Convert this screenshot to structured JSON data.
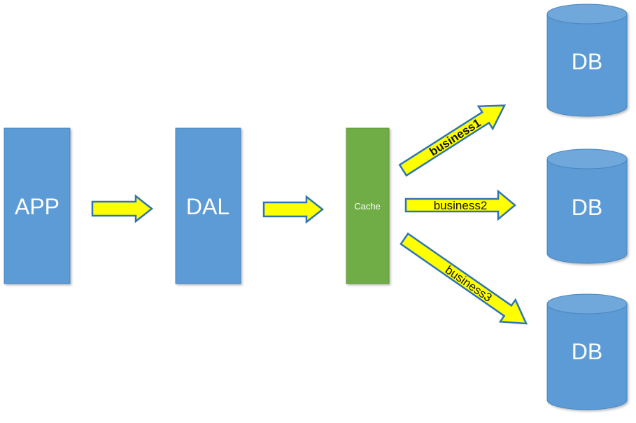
{
  "nodes": {
    "app": "APP",
    "dal": "DAL",
    "cache": "Cache",
    "db1": "DB",
    "db2": "DB",
    "db3": "DB"
  },
  "edges": {
    "business1": "business1",
    "business2": "business2",
    "business3": "business3"
  },
  "colors": {
    "box_blue": "#5b9bd5",
    "box_blue_border": "#41719c",
    "cache_green": "#70ad47",
    "cache_green_border": "#507e32",
    "arrow_fill": "#ffff00",
    "arrow_border": "#2e75b6"
  }
}
